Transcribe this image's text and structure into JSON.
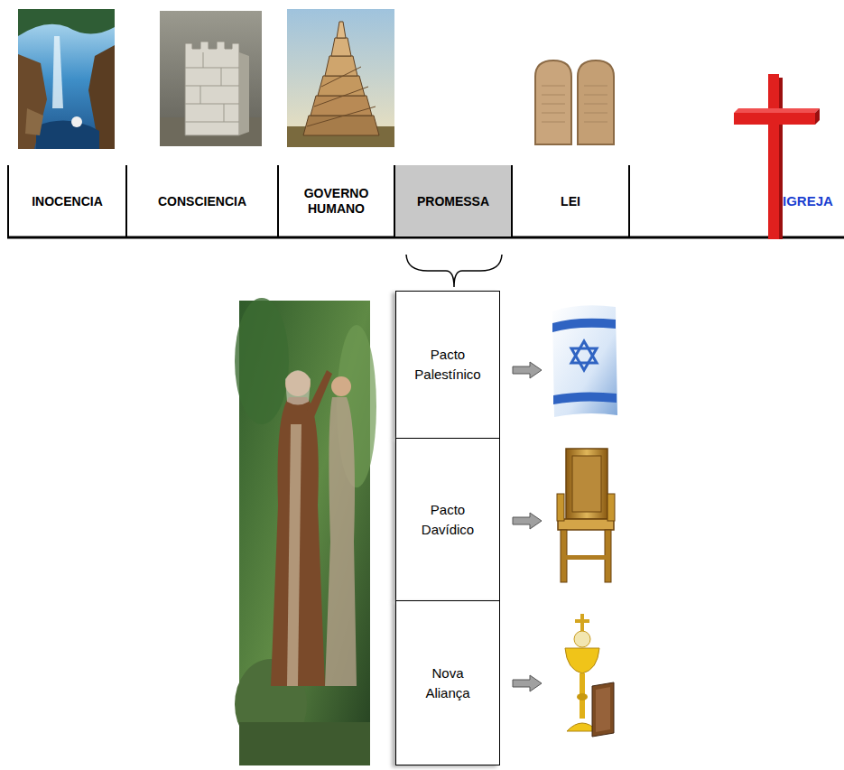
{
  "diagram": {
    "nodes": [
      {
        "text": [
          "INOCENCIA"
        ]
      },
      {
        "text": [
          "CONSCIENCIA"
        ]
      },
      {
        "text": [
          "GOVERNO HUMANO"
        ]
      },
      {
        "text": [
          "PROMESSA"
        ]
      },
      {
        "text": [
          "LEI"
        ]
      },
      {
        "text": [
          "Pacto Palestínico"
        ]
      },
      {
        "text": [
          "Pacto Davídico"
        ]
      },
      {
        "text": [
          "Nova Aliança"
        ]
      }
    ],
    "labels": [
      "IGREJA"
    ]
  }
}
